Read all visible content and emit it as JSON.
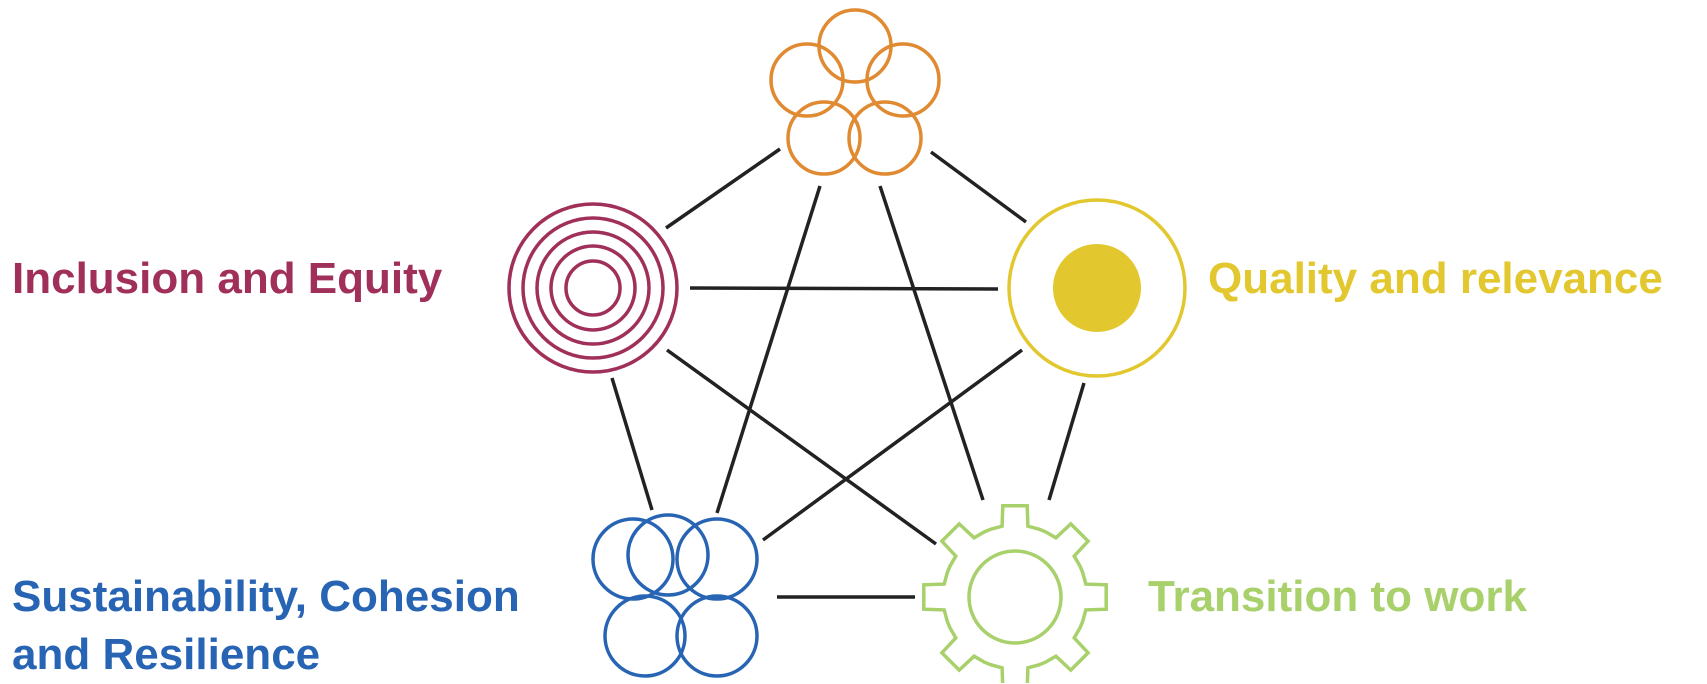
{
  "nodes": {
    "inclusion": {
      "label": "Inclusion and Equity",
      "color": "#a0305a",
      "icon": "concentric-circles-icon"
    },
    "quality": {
      "label": "Quality and relevance",
      "color": "#e2c72e",
      "icon": "target-dot-icon"
    },
    "transition": {
      "label": "Transition to work",
      "color": "#a8d06b",
      "icon": "gear-icon"
    },
    "sustainability": {
      "label_line1": "Sustainability, Cohesion",
      "label_line2": "and Resilience",
      "color": "#2864b4",
      "icon": "swirl-petals-icon"
    },
    "top": {
      "color": "#e08a32",
      "icon": "interlocking-circles-icon"
    }
  },
  "connector_color": "#222222"
}
